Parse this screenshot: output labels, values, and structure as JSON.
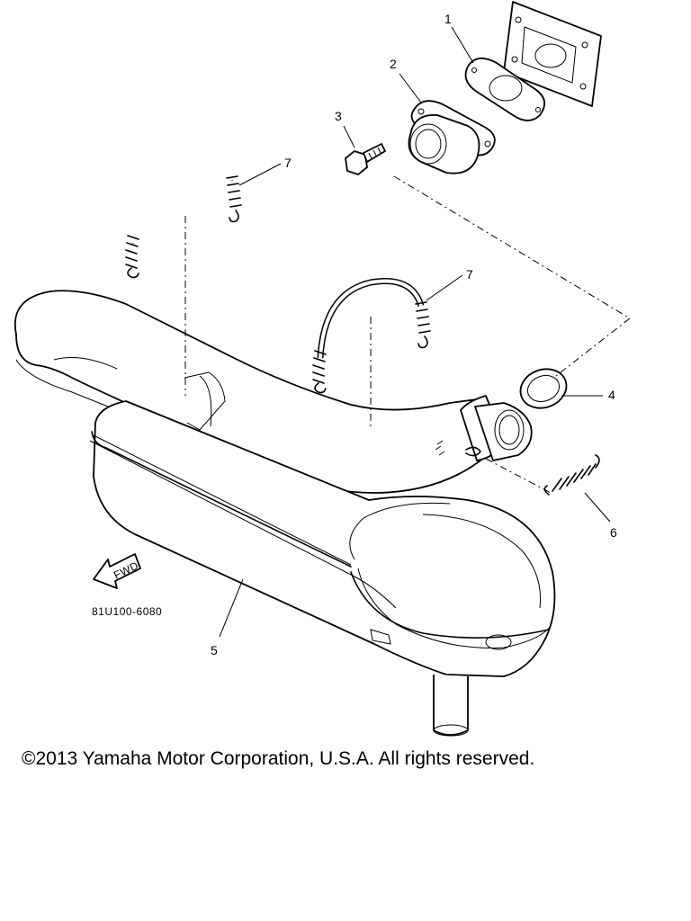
{
  "diagram": {
    "callouts": [
      "1",
      "2",
      "3",
      "4",
      "5",
      "6",
      "7",
      "7"
    ],
    "part_code": "81U100-6080",
    "fwd_label": "FWD"
  },
  "footer": {
    "copyright": "©2013 Yamaha Motor Corporation, U.S.A. All rights reserved."
  }
}
